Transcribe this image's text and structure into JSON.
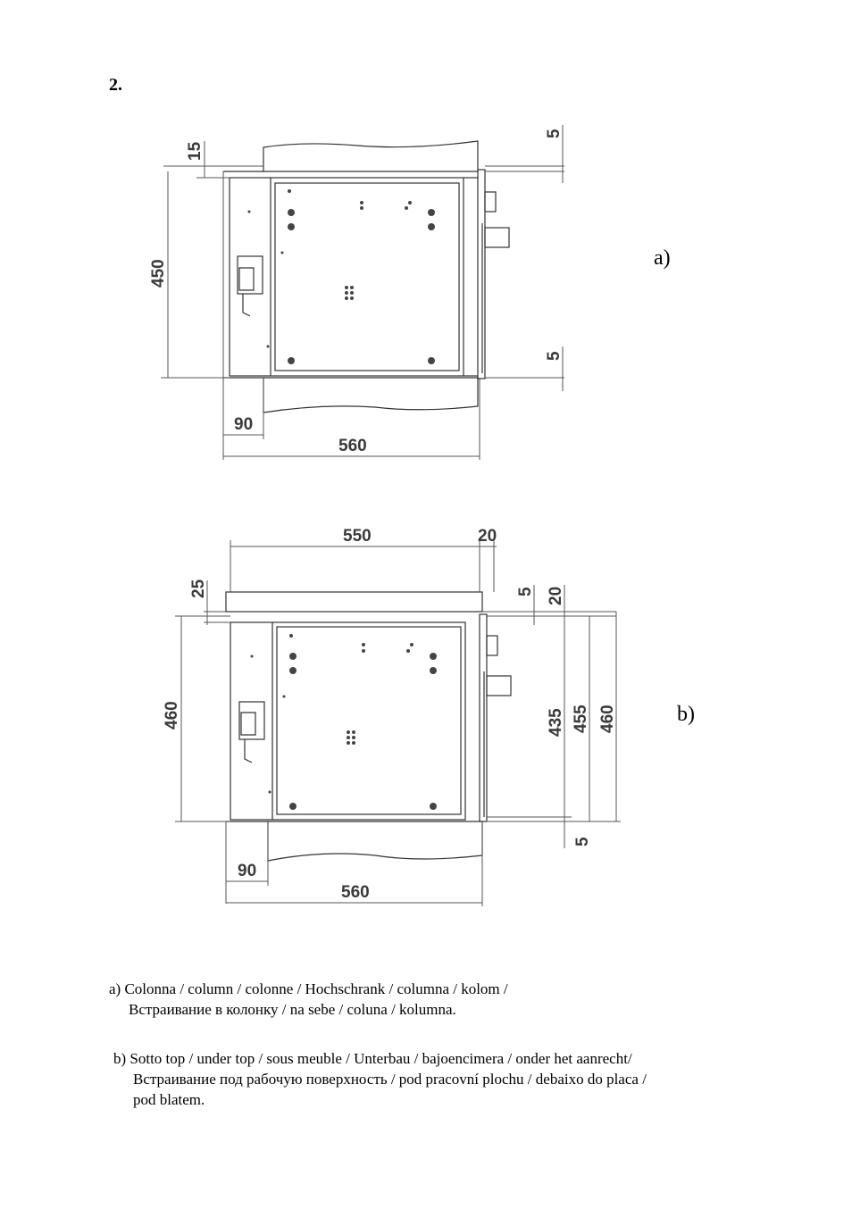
{
  "section_number": "2.",
  "panel_a": {
    "label": "a)",
    "dimensions": {
      "top_gap": "15",
      "height": "450",
      "top_right": "5",
      "bottom_right": "5",
      "depth_offset": "90",
      "width": "560"
    }
  },
  "panel_b": {
    "label": "b)",
    "dimensions": {
      "top_width": "550",
      "top_right": "20",
      "top_thickness": "25",
      "gap_small": "5",
      "gap_right": "20",
      "height_left": "460",
      "h435": "435",
      "h455": "455",
      "h460": "460",
      "bottom_right": "5",
      "depth_offset": "90",
      "width": "560"
    }
  },
  "captions": {
    "a_line1": "a) Colonna / column / colonne / Hochschrank / columna / kolom /",
    "a_line2": "Встраивание в колонку / na sebe / coluna / kolumna.",
    "b_line1": "b) Sotto top / under top / sous meuble / Unterbau / bajoencimera / onder het aanrecht/",
    "b_line2": "Встраивание под рабочую поверхность / pod pracovní plochu / debaixo do placa /",
    "b_line3": "pod blatem."
  }
}
